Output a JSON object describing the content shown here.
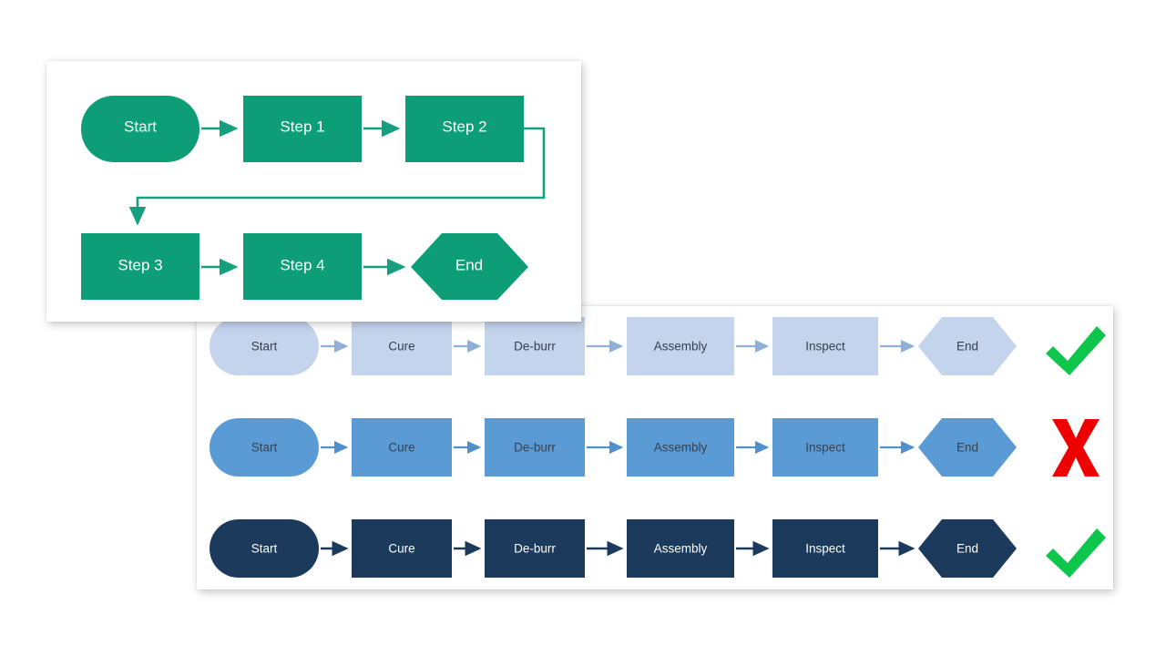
{
  "colors": {
    "page_background": "#ffffff",
    "card_background": "#ffffff",
    "green_accent": "#0d9e77",
    "green_connector": "#14a07c",
    "row1_fill": "#c3d4ec",
    "row1_connector": "#8faed8",
    "row1_text": "#37404d",
    "row2_fill": "#5b9bd5",
    "row2_connector": "#4f8fcb",
    "row2_text": "#37404d",
    "row3_fill": "#1b3a5c",
    "row3_connector": "#1b3a5c",
    "row3_text": "#ffffff",
    "check_green": "#0ec64c",
    "cross_red": "#ee0000"
  },
  "top_flowchart": {
    "title": "",
    "theme": "green",
    "nodes": [
      {
        "id": "start",
        "label": "Start",
        "shape": "stadium",
        "row": 1,
        "col": 1
      },
      {
        "id": "step1",
        "label": "Step 1",
        "shape": "rectangle",
        "row": 1,
        "col": 2
      },
      {
        "id": "step2",
        "label": "Step 2",
        "shape": "rectangle",
        "row": 1,
        "col": 3
      },
      {
        "id": "step3",
        "label": "Step 3",
        "shape": "rectangle",
        "row": 2,
        "col": 1
      },
      {
        "id": "step4",
        "label": "Step 4",
        "shape": "rectangle",
        "row": 2,
        "col": 2
      },
      {
        "id": "end",
        "label": "End",
        "shape": "hexagon",
        "row": 2,
        "col": 3
      }
    ],
    "edges": [
      {
        "from": "start",
        "to": "step1",
        "kind": "straight"
      },
      {
        "from": "step1",
        "to": "step2",
        "kind": "straight"
      },
      {
        "from": "step2",
        "to": "step3",
        "kind": "elbow-wrap"
      },
      {
        "from": "step3",
        "to": "step4",
        "kind": "straight"
      },
      {
        "from": "step4",
        "to": "end",
        "kind": "straight"
      }
    ]
  },
  "bottom_panel": {
    "node_labels": [
      "Start",
      "Cure",
      "De-burr",
      "Assembly",
      "Inspect",
      "End"
    ],
    "node_shapes": [
      "stadium",
      "rectangle",
      "rectangle",
      "rectangle",
      "rectangle",
      "hexagon"
    ],
    "rows": [
      {
        "id": "row-light",
        "theme": "light-blue",
        "fill": "#c3d4ec",
        "connector": "#8faed8",
        "text": "#37404d",
        "status": "check",
        "status_label": "approved"
      },
      {
        "id": "row-medium",
        "theme": "medium-blue",
        "fill": "#5b9bd5",
        "connector": "#4f8fcb",
        "text": "#37404d",
        "status": "cross",
        "status_label": "rejected"
      },
      {
        "id": "row-dark",
        "theme": "dark-navy",
        "fill": "#1b3a5c",
        "connector": "#1b3a5c",
        "text": "#ffffff",
        "status": "check",
        "status_label": "approved"
      }
    ]
  }
}
